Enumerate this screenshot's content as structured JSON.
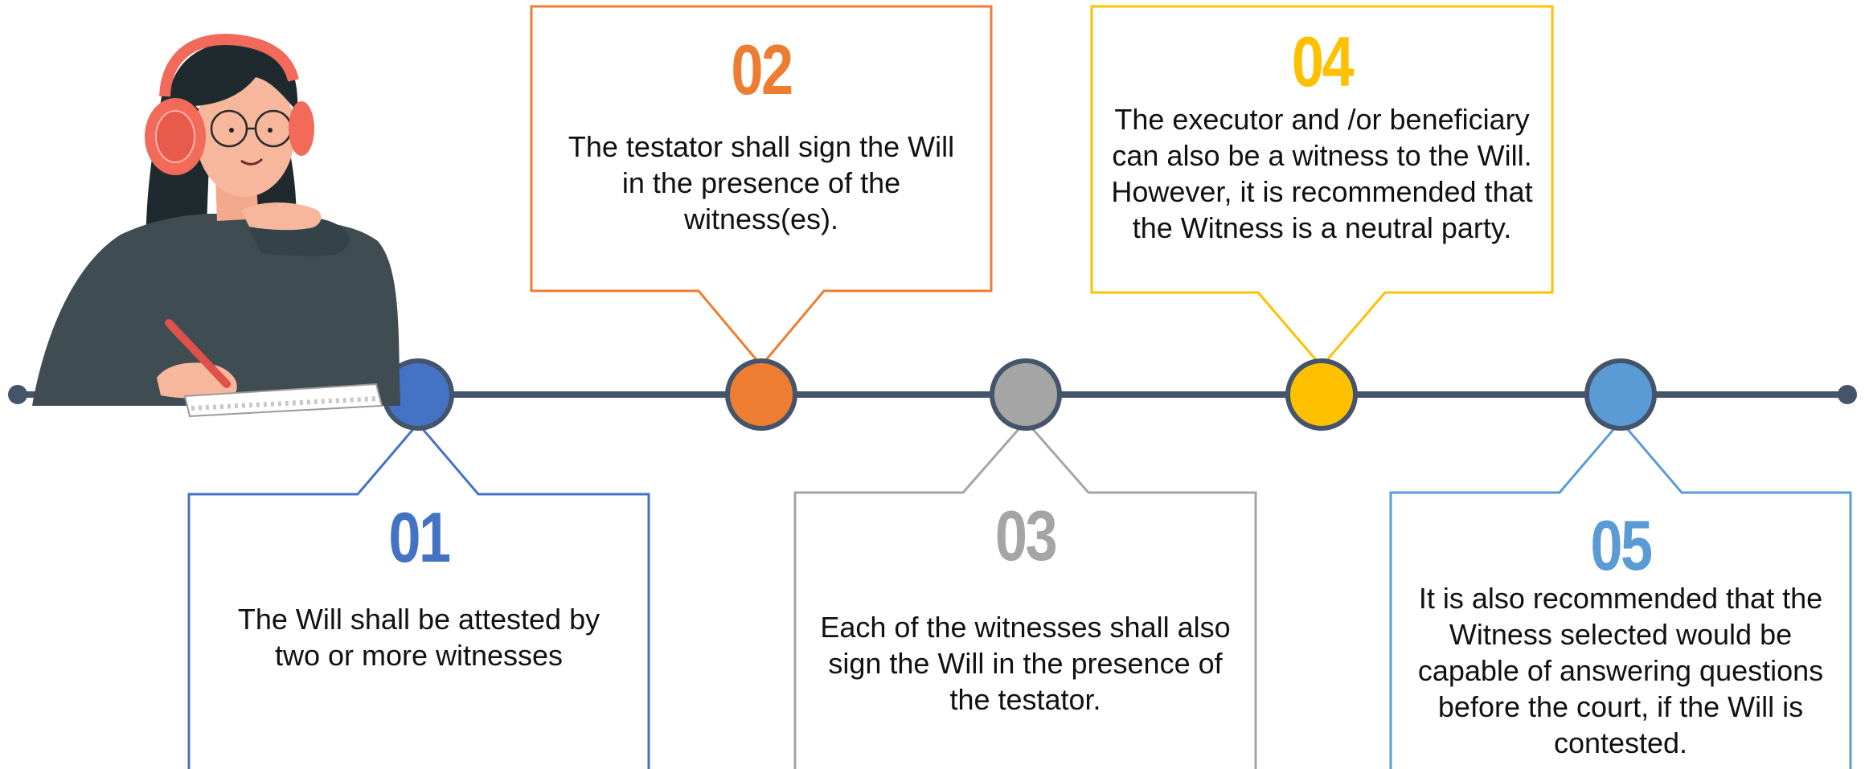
{
  "colors": {
    "timeline": "#44546a",
    "step1": "#4472c4",
    "step2": "#ed7d31",
    "step3": "#a5a5a5",
    "step4": "#ffc000",
    "step5": "#5b9bd5"
  },
  "steps": [
    {
      "number": "01",
      "text": "The Will shall be attested by two or more witnesses",
      "color": "#4472c4",
      "icon": "circle-marker"
    },
    {
      "number": "02",
      "text": "The testator shall sign the Will in the presence of the witness(es).",
      "color": "#ed7d31",
      "icon": "circle-marker"
    },
    {
      "number": "03",
      "text": "Each of the witnesses shall also sign the Will in the presence of the testator.",
      "color": "#a5a5a5",
      "icon": "circle-marker"
    },
    {
      "number": "04",
      "text": "The executor and /or beneficiary can also be a witness to the Will.  However, it is recommended that the Witness is a neutral party.",
      "color": "#ffc000",
      "icon": "circle-marker"
    },
    {
      "number": "05",
      "text": "It is also recommended that the Witness selected would be capable of answering questions before the court, if the Will is contested.",
      "color": "#5b9bd5",
      "icon": "circle-marker"
    }
  ],
  "illustration": "woman-with-headphones-writing"
}
